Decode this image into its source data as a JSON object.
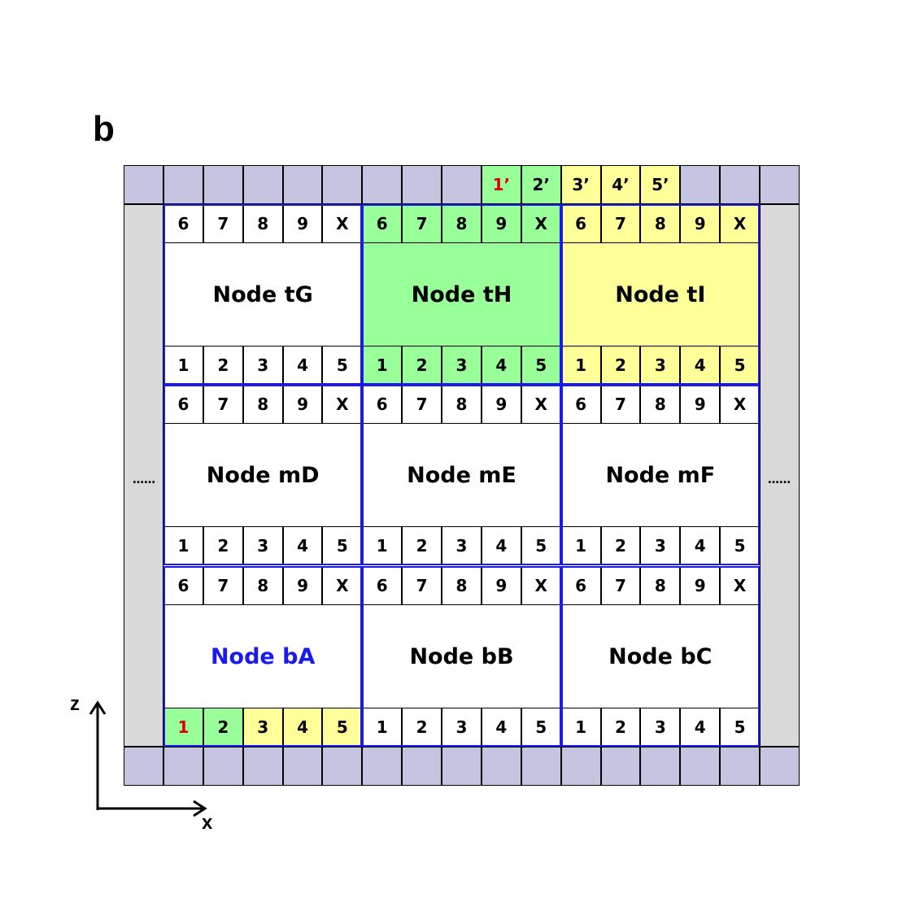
{
  "panel_label": "b",
  "colors": {
    "pad": "#c5c5e2",
    "side": "#d9d9d9",
    "node_border": "#1a1aee",
    "green": "#99ff99",
    "yellow": "#ffff99",
    "highlight_text": "#1a1aee",
    "red_text": "#e00000"
  },
  "top_pad_row": {
    "cells": [
      {
        "label": "",
        "color": "pad"
      },
      {
        "label": "",
        "color": "pad"
      },
      {
        "label": "",
        "color": "pad"
      },
      {
        "label": "",
        "color": "pad"
      },
      {
        "label": "",
        "color": "pad"
      },
      {
        "label": "",
        "color": "pad"
      },
      {
        "label": "",
        "color": "pad"
      },
      {
        "label": "",
        "color": "pad"
      },
      {
        "label": "",
        "color": "pad"
      },
      {
        "label": "1’",
        "color": "green",
        "red": true
      },
      {
        "label": "2’",
        "color": "green"
      },
      {
        "label": "3’",
        "color": "yellow"
      },
      {
        "label": "4’",
        "color": "yellow"
      },
      {
        "label": "5’",
        "color": "yellow"
      },
      {
        "label": "",
        "color": "pad"
      },
      {
        "label": "",
        "color": "pad"
      },
      {
        "label": "",
        "color": "pad"
      }
    ]
  },
  "bottom_pad_row": {
    "count": 17
  },
  "side_dots": {
    "left": "……",
    "right": "……"
  },
  "node_rows": [
    {
      "nodes": [
        {
          "name": "Node tG",
          "fill": "white",
          "name_color": "black",
          "top_cells": [
            {
              "label": "6",
              "color": "white"
            },
            {
              "label": "7",
              "color": "white"
            },
            {
              "label": "8",
              "color": "white"
            },
            {
              "label": "9",
              "color": "white"
            },
            {
              "label": "X",
              "color": "white"
            }
          ],
          "bottom_cells": [
            {
              "label": "1",
              "color": "white"
            },
            {
              "label": "2",
              "color": "white"
            },
            {
              "label": "3",
              "color": "white"
            },
            {
              "label": "4",
              "color": "white"
            },
            {
              "label": "5",
              "color": "white"
            }
          ]
        },
        {
          "name": "Node tH",
          "fill": "green",
          "name_color": "black",
          "top_cells": [
            {
              "label": "6",
              "color": "green"
            },
            {
              "label": "7",
              "color": "green"
            },
            {
              "label": "8",
              "color": "green"
            },
            {
              "label": "9",
              "color": "green"
            },
            {
              "label": "X",
              "color": "green"
            }
          ],
          "bottom_cells": [
            {
              "label": "1",
              "color": "green"
            },
            {
              "label": "2",
              "color": "green"
            },
            {
              "label": "3",
              "color": "green"
            },
            {
              "label": "4",
              "color": "green"
            },
            {
              "label": "5",
              "color": "green"
            }
          ]
        },
        {
          "name": "Node tI",
          "fill": "yellow",
          "name_color": "black",
          "top_cells": [
            {
              "label": "6",
              "color": "yellow"
            },
            {
              "label": "7",
              "color": "yellow"
            },
            {
              "label": "8",
              "color": "yellow"
            },
            {
              "label": "9",
              "color": "yellow"
            },
            {
              "label": "X",
              "color": "yellow"
            }
          ],
          "bottom_cells": [
            {
              "label": "1",
              "color": "yellow"
            },
            {
              "label": "2",
              "color": "yellow"
            },
            {
              "label": "3",
              "color": "yellow"
            },
            {
              "label": "4",
              "color": "yellow"
            },
            {
              "label": "5",
              "color": "yellow"
            }
          ]
        }
      ]
    },
    {
      "nodes": [
        {
          "name": "Node mD",
          "fill": "white",
          "name_color": "black",
          "top_cells": [
            {
              "label": "6",
              "color": "white"
            },
            {
              "label": "7",
              "color": "white"
            },
            {
              "label": "8",
              "color": "white"
            },
            {
              "label": "9",
              "color": "white"
            },
            {
              "label": "X",
              "color": "white"
            }
          ],
          "bottom_cells": [
            {
              "label": "1",
              "color": "white"
            },
            {
              "label": "2",
              "color": "white"
            },
            {
              "label": "3",
              "color": "white"
            },
            {
              "label": "4",
              "color": "white"
            },
            {
              "label": "5",
              "color": "white"
            }
          ]
        },
        {
          "name": "Node mE",
          "fill": "white",
          "name_color": "black",
          "top_cells": [
            {
              "label": "6",
              "color": "white"
            },
            {
              "label": "7",
              "color": "white"
            },
            {
              "label": "8",
              "color": "white"
            },
            {
              "label": "9",
              "color": "white"
            },
            {
              "label": "X",
              "color": "white"
            }
          ],
          "bottom_cells": [
            {
              "label": "1",
              "color": "white"
            },
            {
              "label": "2",
              "color": "white"
            },
            {
              "label": "3",
              "color": "white"
            },
            {
              "label": "4",
              "color": "white"
            },
            {
              "label": "5",
              "color": "white"
            }
          ]
        },
        {
          "name": "Node mF",
          "fill": "white",
          "name_color": "black",
          "top_cells": [
            {
              "label": "6",
              "color": "white"
            },
            {
              "label": "7",
              "color": "white"
            },
            {
              "label": "8",
              "color": "white"
            },
            {
              "label": "9",
              "color": "white"
            },
            {
              "label": "X",
              "color": "white"
            }
          ],
          "bottom_cells": [
            {
              "label": "1",
              "color": "white"
            },
            {
              "label": "2",
              "color": "white"
            },
            {
              "label": "3",
              "color": "white"
            },
            {
              "label": "4",
              "color": "white"
            },
            {
              "label": "5",
              "color": "white"
            }
          ]
        }
      ]
    },
    {
      "nodes": [
        {
          "name": "Node bA",
          "fill": "white",
          "name_color": "blue",
          "top_cells": [
            {
              "label": "6",
              "color": "white"
            },
            {
              "label": "7",
              "color": "white"
            },
            {
              "label": "8",
              "color": "white"
            },
            {
              "label": "9",
              "color": "white"
            },
            {
              "label": "X",
              "color": "white"
            }
          ],
          "bottom_cells": [
            {
              "label": "1",
              "color": "green",
              "red": true
            },
            {
              "label": "2",
              "color": "green"
            },
            {
              "label": "3",
              "color": "yellow"
            },
            {
              "label": "4",
              "color": "yellow"
            },
            {
              "label": "5",
              "color": "yellow"
            }
          ]
        },
        {
          "name": "Node bB",
          "fill": "white",
          "name_color": "black",
          "top_cells": [
            {
              "label": "6",
              "color": "white"
            },
            {
              "label": "7",
              "color": "white"
            },
            {
              "label": "8",
              "color": "white"
            },
            {
              "label": "9",
              "color": "white"
            },
            {
              "label": "X",
              "color": "white"
            }
          ],
          "bottom_cells": [
            {
              "label": "1",
              "color": "white"
            },
            {
              "label": "2",
              "color": "white"
            },
            {
              "label": "3",
              "color": "white"
            },
            {
              "label": "4",
              "color": "white"
            },
            {
              "label": "5",
              "color": "white"
            }
          ]
        },
        {
          "name": "Node bC",
          "fill": "white",
          "name_color": "black",
          "top_cells": [
            {
              "label": "6",
              "color": "white"
            },
            {
              "label": "7",
              "color": "white"
            },
            {
              "label": "8",
              "color": "white"
            },
            {
              "label": "9",
              "color": "white"
            },
            {
              "label": "X",
              "color": "white"
            }
          ],
          "bottom_cells": [
            {
              "label": "1",
              "color": "white"
            },
            {
              "label": "2",
              "color": "white"
            },
            {
              "label": "3",
              "color": "white"
            },
            {
              "label": "4",
              "color": "white"
            },
            {
              "label": "5",
              "color": "white"
            }
          ]
        }
      ]
    }
  ],
  "axes": {
    "vertical_label": "z",
    "horizontal_label": "x"
  }
}
